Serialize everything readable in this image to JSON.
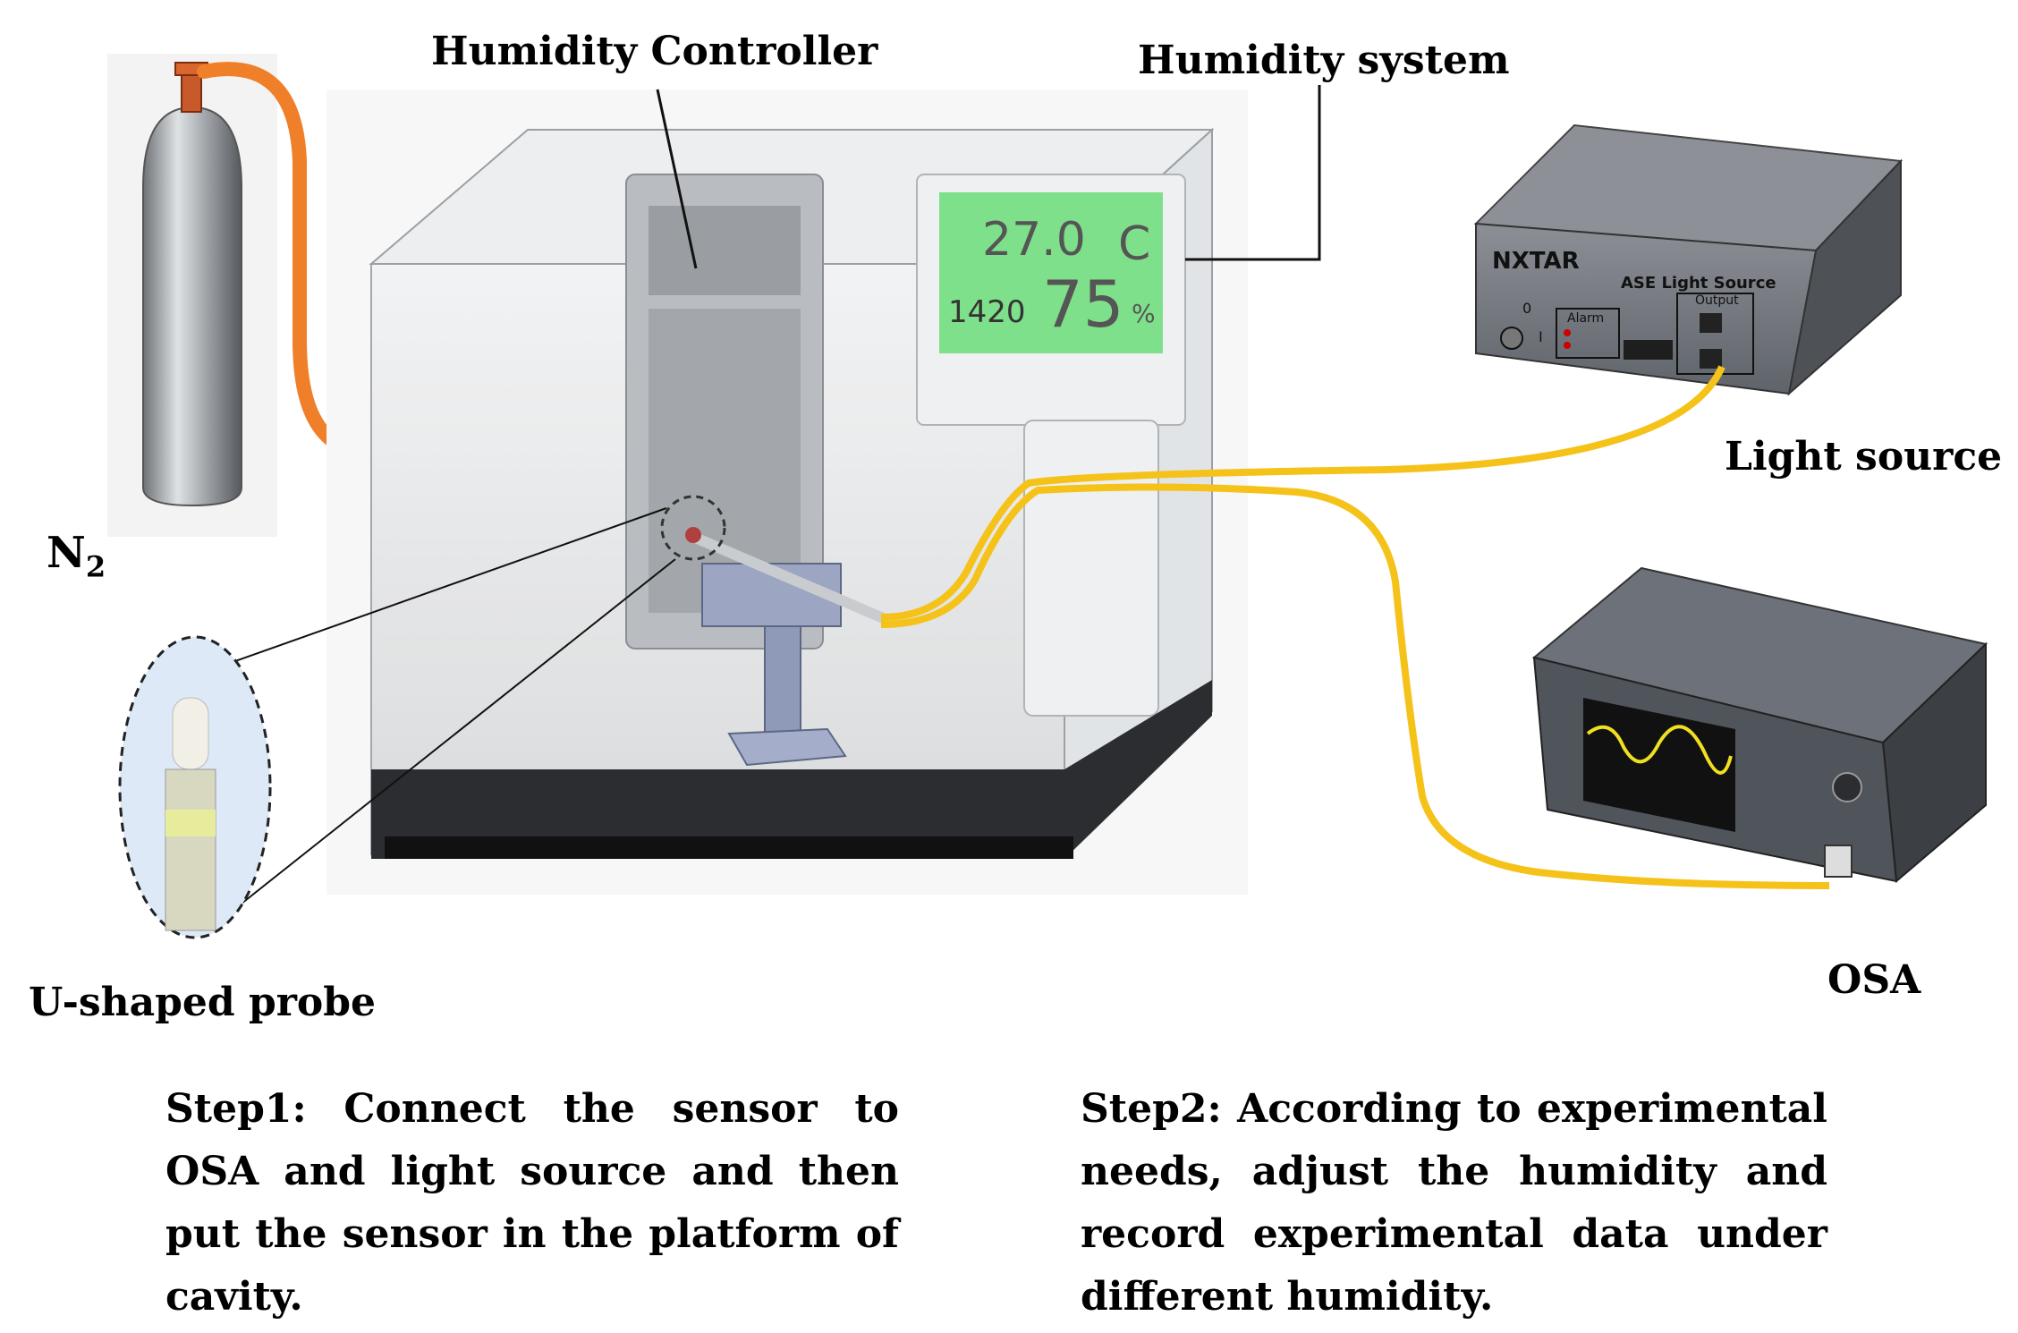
{
  "labels": {
    "humidity_controller": "Humidity Controller",
    "humidity_system": "Humidity system",
    "light_source": "Light source",
    "n2_main": "N",
    "n2_sub": "2",
    "u_probe": "U-shaped probe",
    "osa": "OSA"
  },
  "display": {
    "temperature": "27.0",
    "temp_unit": "C",
    "counter": "1420",
    "humidity_value": "75",
    "humidity_unit": "%"
  },
  "light_source_device": {
    "brand": "NXTAR",
    "model": "ASE Light Source",
    "output_label": "Output",
    "alarm_label": "Alarm",
    "switch_off": "0",
    "switch_on": "I"
  },
  "steps": {
    "step1": "Step1: Connect the sensor to OSA and light source and then put the sensor  in the platform of cavity.",
    "step2": "Step2: According to experimental needs, adjust the humidity and record experimental data under different humidity."
  },
  "colors": {
    "n2_tube": "#f07f2a",
    "fiber": "#f5c21a",
    "display_green": "#7ee08a",
    "osa_trace": "#f0e020"
  }
}
